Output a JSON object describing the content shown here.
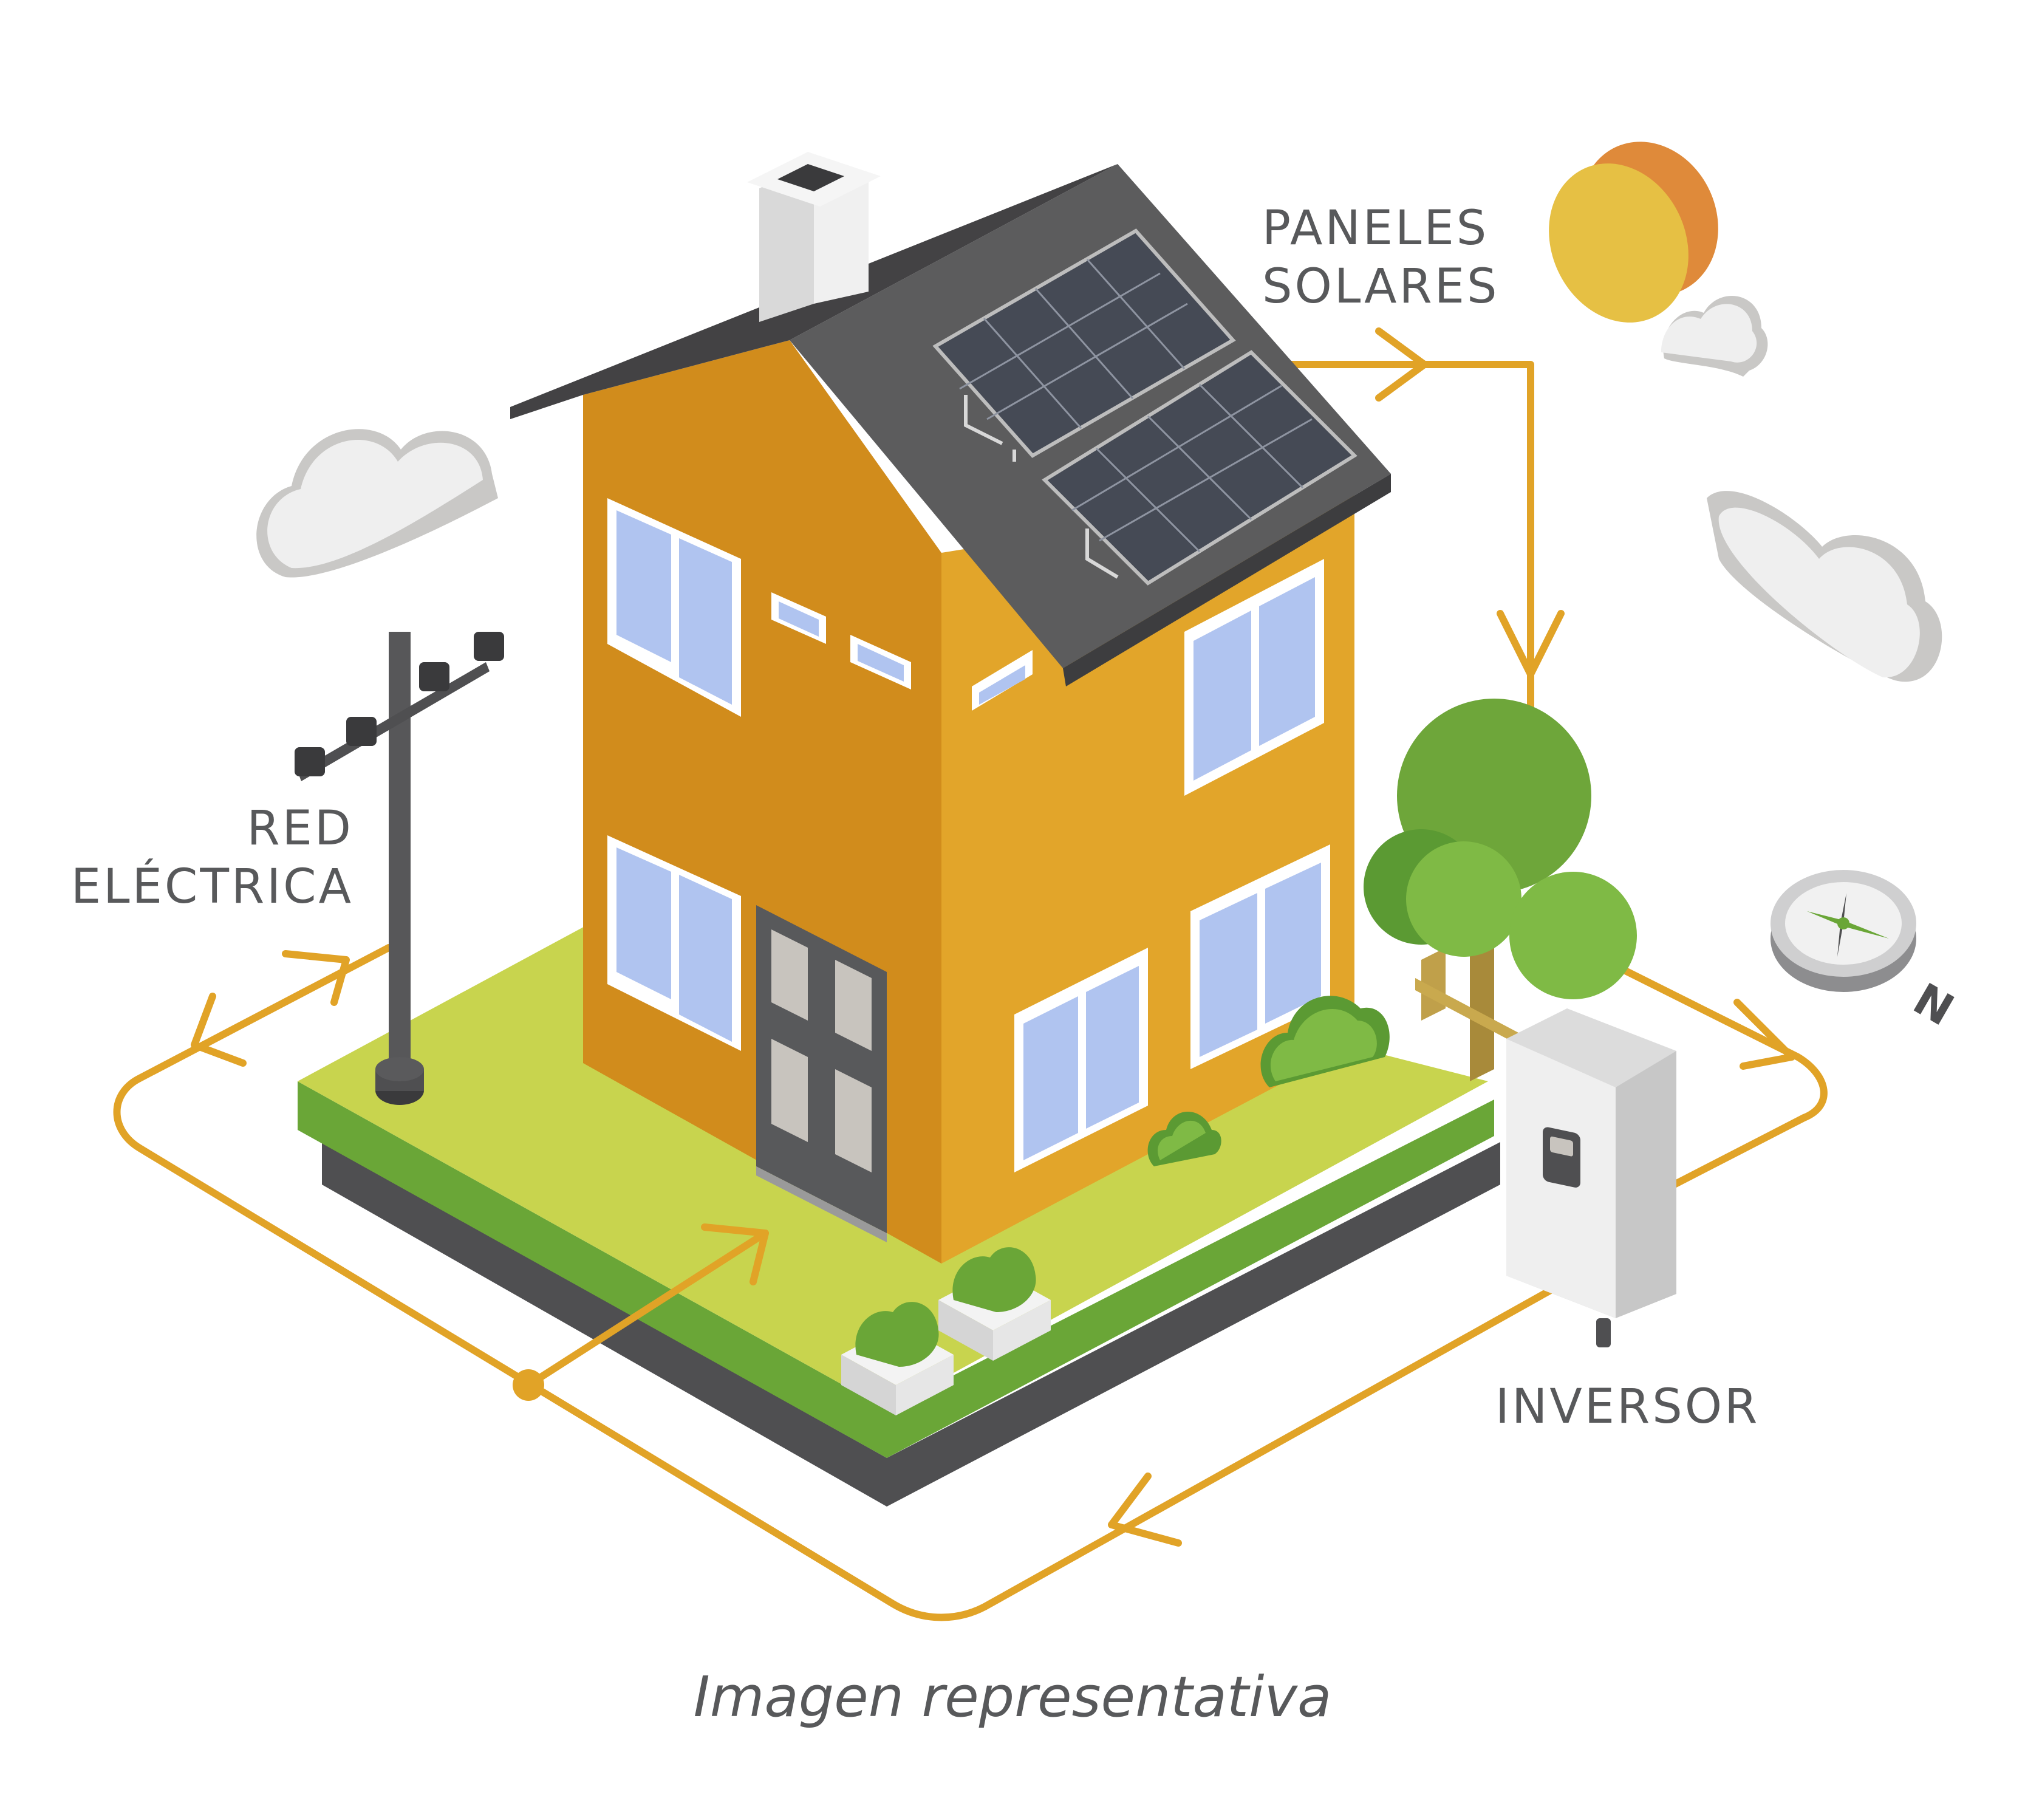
{
  "labels": {
    "solar_panels": [
      "PANELES",
      "SOLARES"
    ],
    "grid": [
      "RED",
      "ELÉCTRICA"
    ],
    "inverter": "INVERSOR",
    "compass_letter": "N"
  },
  "caption": "Imagen representativa",
  "colors": {
    "flow_line": "#e1a327",
    "house_left": "#d18c1c",
    "house_right": "#e2a52a",
    "roof_dark": "#434244",
    "roof_light": "#5c5c5d",
    "window_glass": "#b0c4f0",
    "lawn_top": "#c8d44e",
    "lawn_side": "#6aa637",
    "base_dark": "#4f4f51",
    "tree_dark": "#5b9a33",
    "tree_light": "#7fba45",
    "sun_front": "#e6c044",
    "sun_back": "#df8a3a",
    "cloud": "#efefef",
    "text": "#58595b"
  },
  "icons": [
    "sun-icon",
    "cloud-icon",
    "compass-icon",
    "power-pole-icon",
    "inverter-icon",
    "solar-panel-icon",
    "tree-icon",
    "bush-icon"
  ]
}
